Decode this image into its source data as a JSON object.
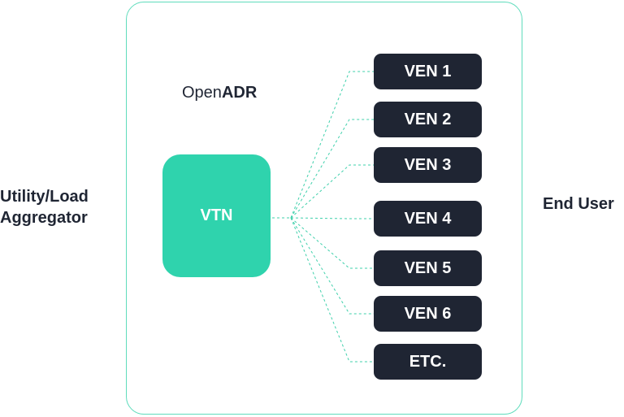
{
  "diagram": {
    "left_label": [
      "Utility/Load",
      "Aggregator"
    ],
    "right_label": "End User",
    "protocol": {
      "prefix": "Open",
      "bold": "ADR"
    },
    "hub": "VTN",
    "nodes": [
      "VEN 1",
      "VEN 2",
      "VEN 3",
      "VEN 4",
      "VEN 5",
      "VEN 6",
      "ETC."
    ]
  },
  "colors": {
    "frame": "#5fdcbc",
    "hub": "#2fd3ad",
    "node": "#1f2533",
    "link": "#3fd0ab"
  }
}
